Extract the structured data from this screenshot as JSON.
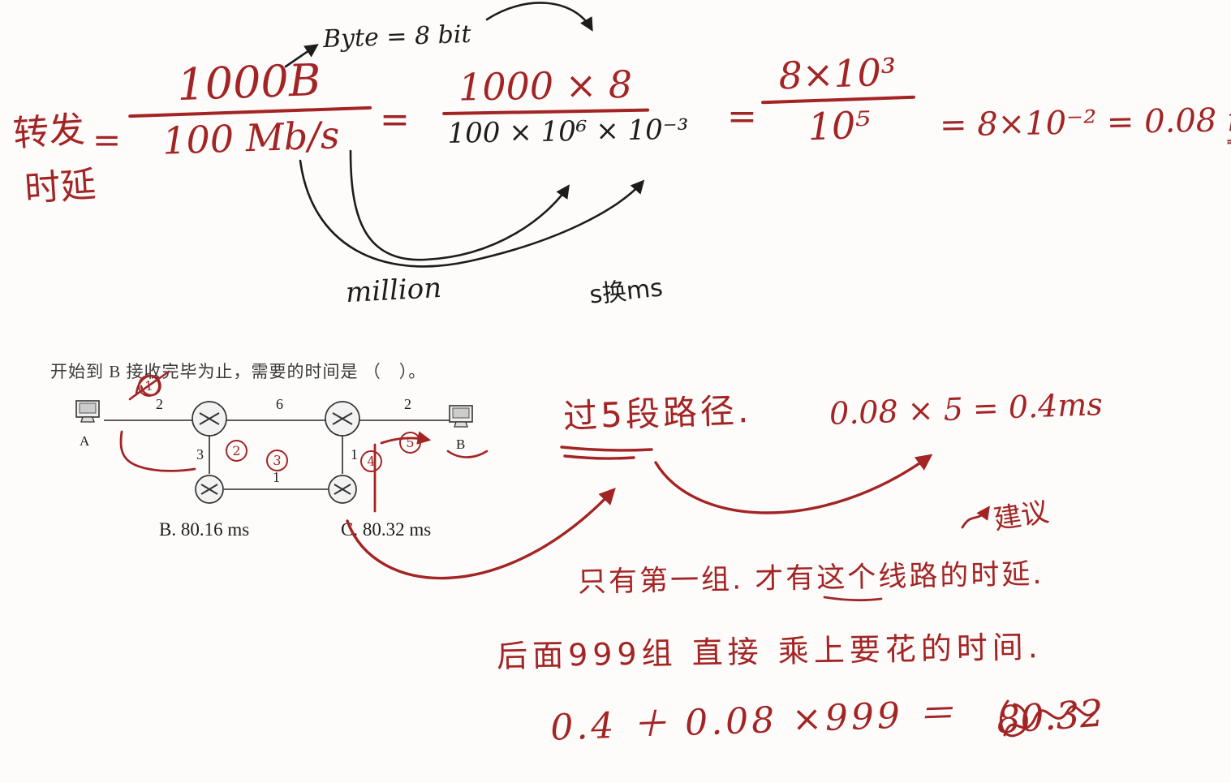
{
  "page": {
    "ink_red": "#a32424",
    "ink_black": "#1c1c1c",
    "background": "#fdfcfa"
  },
  "formula": {
    "label_line1": "转发",
    "label_line2": "时延",
    "equals": "=",
    "frac1": {
      "num": "1000B",
      "den": "100  Mb/s"
    },
    "byte_note": "Byte = 8 bit",
    "frac2": {
      "num": "1000 × 8",
      "den": "100 × 10⁶ × 10⁻³"
    },
    "frac3": {
      "num": "8×10³",
      "den": "10⁵"
    },
    "result_a": "= 8×10⁻² = 0.08 ",
    "result_unit": "ms",
    "million_label": "million",
    "s_to_ms_label": "s换ms"
  },
  "textbook": {
    "question": "开始到 B 接收完毕为止，需要的时间是 （　）。",
    "node_a": "A",
    "node_b": "B",
    "links": {
      "a_r1": "2",
      "r1_r2": "6",
      "r2_b": "2",
      "r1_r3": "3",
      "r2_r4": "1",
      "r3_r4": "1"
    },
    "circled": [
      "1",
      "2",
      "3",
      "4",
      "5"
    ],
    "answer_b": "B.  80.16  ms",
    "answer_c": "C.  80.32  ms"
  },
  "notes": {
    "path_note": "过5段路径.",
    "path_calc": "0.08 × 5 = 0.4ms",
    "suggest": "建议",
    "first_group": "只有第一组. 才有这个线路的时延.",
    "rest_groups": "后面999组 直接 乘上要花的时间.",
    "final_calc": "0.4 ＋ 0.08 ×999 ＝",
    "final_answer": "80.32"
  }
}
